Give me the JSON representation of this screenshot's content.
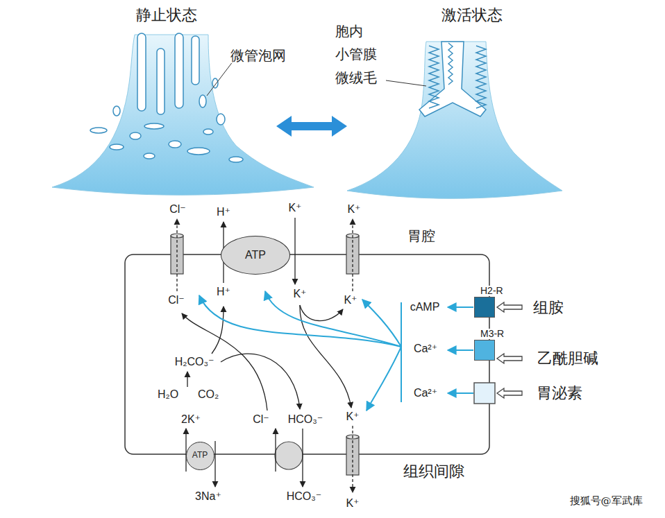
{
  "diagram": {
    "nodes": [
      {
        "text": [
          "ATP"
        ]
      },
      {
        "text": [
          "ATP"
        ]
      },
      {
        "text": [
          "H2-R"
        ]
      },
      {
        "text": [
          "M3-R"
        ]
      }
    ],
    "labels": [
      "静止状态",
      "微管泡网",
      "激活状态",
      "胞内",
      "小管膜",
      "微绒毛",
      "Cl⁻",
      "H⁺",
      "K⁺",
      "K⁺",
      "胃腔",
      "Cl⁻",
      "H⁺",
      "K⁺",
      "K⁺",
      "cAMP",
      "Ca²⁺",
      "Ca²⁺",
      "组胺",
      "乙酰胆碱",
      "胃泌素",
      "H₂CO₃⁻",
      "H₂O",
      "CO₂",
      "2K⁺",
      "Cl⁻",
      "HCO₃⁻",
      "K⁺",
      "组织间隙",
      "3Na⁺",
      "HCO₃⁻",
      "K⁺",
      "搜狐号@军武库"
    ]
  }
}
